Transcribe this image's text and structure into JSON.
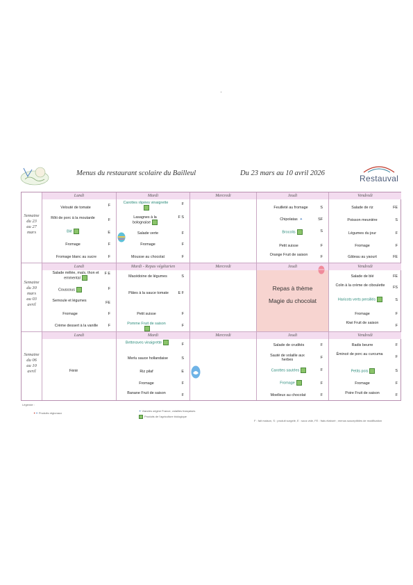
{
  "header": {
    "title": "Menus du restaurant scolaire du Bailleul",
    "dates": "Du 23 mars au 10 avril 2026",
    "brand": "Restauval"
  },
  "days": [
    "Lundi",
    "Mardi",
    "Mercredi",
    "Jeudi",
    "Vendredi"
  ],
  "week2_mardi_header": "Mardi - Repas végétarien",
  "weeks": [
    {
      "label": [
        "Semaine",
        "du 23",
        "au 27",
        "mars"
      ]
    },
    {
      "label": [
        "Semaine",
        "du 30",
        "mars",
        "au 03",
        "avril"
      ]
    },
    {
      "label": [
        "Semaine",
        "du 06",
        "au 10",
        "avril"
      ]
    }
  ],
  "week1": {
    "lundi": [
      {
        "dish": "Velouté de tomate",
        "code": "F"
      },
      {
        "dish": "Rôti de porc à la moutarde",
        "code": "F"
      },
      {
        "dish": "Blé",
        "code": "E"
      },
      {
        "dish": "Fromage",
        "code": "F"
      },
      {
        "dish": "Fromage blanc au sucre",
        "code": "F"
      }
    ],
    "mardi": [
      {
        "dish": "Carottes râpées vinaigrette",
        "code": "F"
      },
      {
        "dish": "Lasagnes à la bolognaise",
        "code": "F S"
      },
      {
        "dish": "Salade verte",
        "code": "F"
      },
      {
        "dish": "Fromage",
        "code": "F"
      },
      {
        "dish": "Mousse au chocolat",
        "code": "F"
      }
    ],
    "jeudi": [
      {
        "dish": "Feuilleté au fromage",
        "code": "S"
      },
      {
        "dish": "Chipolatas",
        "code": "SF"
      },
      {
        "dish": "Brocolis",
        "code": "S"
      },
      {
        "dish": "Petit suisse",
        "code": "F"
      },
      {
        "dish": "Orange Fruit de saison",
        "code": "F"
      }
    ],
    "vendredi": [
      {
        "dish": "Salade de riz",
        "code": "FE"
      },
      {
        "dish": "Poisson meunière",
        "code": "S"
      },
      {
        "dish": "Légumes du jour",
        "code": "F"
      },
      {
        "dish": "Fromage",
        "code": "F"
      },
      {
        "dish": "Gâteau au yaourt",
        "code": "FE"
      }
    ]
  },
  "week2": {
    "lundi": [
      {
        "dish": "Salade mêlée, maïs, thon et emmental",
        "code": "F E"
      },
      {
        "dish": "Couscous",
        "code": "F"
      },
      {
        "dish": "Semoule et légumes",
        "code": "FE"
      },
      {
        "dish": "Fromage",
        "code": "F"
      },
      {
        "dish": "Crème dessert à la vanille",
        "code": "F"
      }
    ],
    "mardi": [
      {
        "dish": "Macédoine de légumes",
        "code": "S"
      },
      {
        "dish": "Pâtes à la sauce tomate",
        "code": "E F"
      },
      {
        "dish": "Petit suisse",
        "code": "F"
      },
      {
        "dish": "Pomme Fruit de saison",
        "code": "F"
      }
    ],
    "jeudi_theme": [
      "Repas à thème",
      "Magie du chocolat"
    ],
    "vendredi": [
      {
        "dish": "Salade de blé",
        "code": "FE"
      },
      {
        "dish": "Colin à la crème de ciboulette",
        "code": "FS"
      },
      {
        "dish": "Haricots verts persillés",
        "code": "S"
      },
      {
        "dish": "Fromage",
        "code": "F"
      },
      {
        "dish": "Kiwi Fruit de saison",
        "code": "F"
      }
    ]
  },
  "week3": {
    "lundi": [
      {
        "dish": "Férié",
        "code": ""
      }
    ],
    "mardi": [
      {
        "dish": "Betteraves vinaigrette",
        "code": "F"
      },
      {
        "dish": "Merlu sauce hollandaise",
        "code": "S"
      },
      {
        "dish": "Riz pilaf",
        "code": "E"
      },
      {
        "dish": "Fromage",
        "code": "F"
      },
      {
        "dish": "Banane Fruit de saison",
        "code": "F"
      }
    ],
    "jeudi": [
      {
        "dish": "Salade de crudités",
        "code": "F"
      },
      {
        "dish": "Sauté de volaille aux herbes",
        "code": "F"
      },
      {
        "dish": "Carottes sautées",
        "code": "F"
      },
      {
        "dish": "Fromage",
        "code": "F"
      },
      {
        "dish": "Moelleux au chocolat",
        "code": "F"
      }
    ],
    "vendredi": [
      {
        "dish": "Radis beurre",
        "code": "F"
      },
      {
        "dish": "Émincé de porc au curcuma",
        "code": "F"
      },
      {
        "dish": "Petits pois",
        "code": "S"
      },
      {
        "dish": "Fromage",
        "code": "F"
      },
      {
        "dish": "Poire Fruit de saison",
        "code": "F"
      }
    ]
  },
  "legend": {
    "left1": "Légende :",
    "left2": "Produits régionaux",
    "mid1": "Viandes origine France, volailles françaises",
    "mid2": "Produits de l'agriculture biologique",
    "right": "F : fait maison, S : produit surgelé, E : sous vide, FE : frais élaboré ; menus susceptibles de modification"
  },
  "colors": {
    "header_bg": "#f3dcef",
    "theme_bg": "#f7d4d0",
    "border": "#c9a6c3",
    "bio_green": "#8bc46a",
    "green_text": "#2a8a7a"
  }
}
